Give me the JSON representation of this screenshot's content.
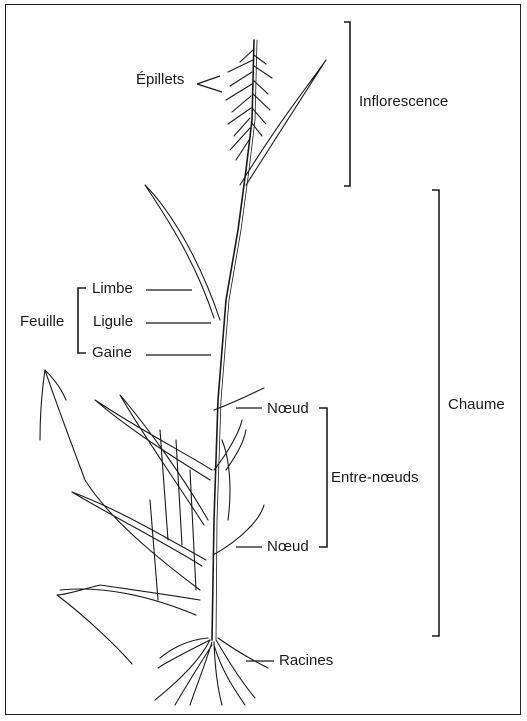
{
  "labels": {
    "epillets": "Épillets",
    "inflorescence": "Inflorescence",
    "chaume": "Chaume",
    "limbe": "Limbe",
    "feuille": "Feuille",
    "ligule": "Ligule",
    "gaine": "Gaine",
    "noeud_top": "Nœud",
    "entre_noeuds": "Entre-nœuds",
    "noeud_bottom": "Nœud",
    "racines": "Racines"
  },
  "colors": {
    "ink": "#1a1a1a",
    "background": "#ffffff"
  },
  "icon": "grass-plant-illustration"
}
